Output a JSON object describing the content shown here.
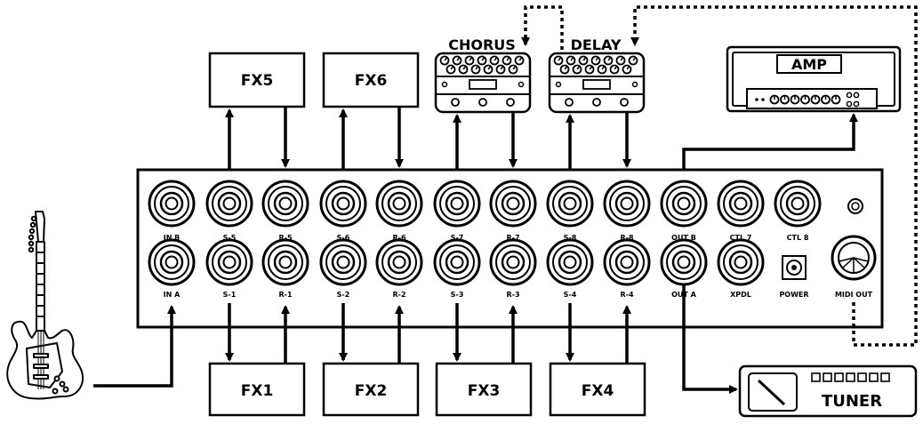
{
  "fx_top": [
    "FX5",
    "FX6"
  ],
  "fx_bottom": [
    "FX1",
    "FX2",
    "FX3",
    "FX4"
  ],
  "pedals": [
    "CHORUS",
    "DELAY"
  ],
  "amp_label": "AMP",
  "tuner_label": "TUNER",
  "jacks_top": [
    "IN B",
    "S-5",
    "R-5",
    "S-6",
    "R-6",
    "S-7",
    "R-7",
    "S-8",
    "R-8",
    "OUT B",
    "CTL 7",
    "CTL 8"
  ],
  "jacks_bottom": [
    "IN A",
    "S-1",
    "R-1",
    "S-2",
    "R-2",
    "S-3",
    "R-3",
    "S-4",
    "R-4",
    "OUT A",
    "XPDL"
  ],
  "power_label": "POWER",
  "midi_label": "MIDI OUT"
}
